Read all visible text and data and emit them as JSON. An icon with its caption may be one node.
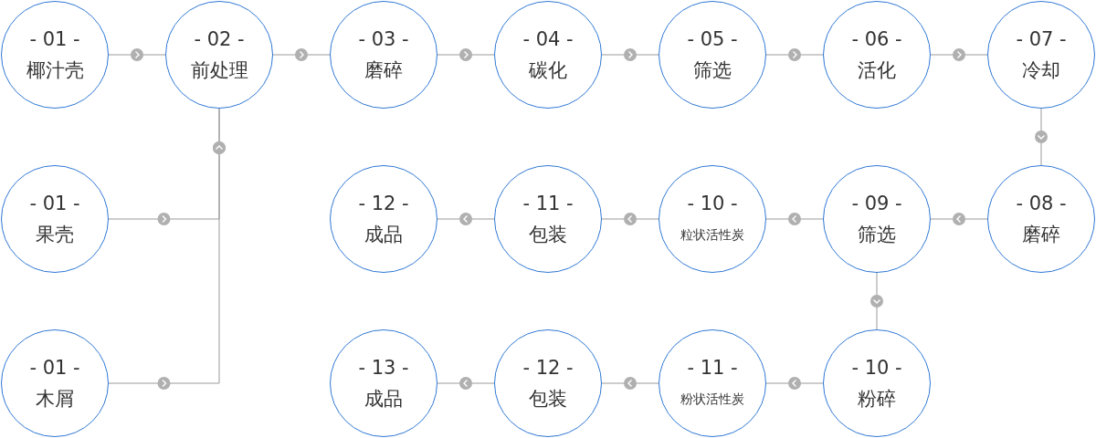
{
  "diagram": {
    "nodes": [
      {
        "text": [
          "- 01 -",
          "椰汁壳"
        ]
      },
      {
        "text": [
          "- 02 -",
          "前处理"
        ]
      },
      {
        "text": [
          "- 03 -",
          "磨碎"
        ]
      },
      {
        "text": [
          "- 04 -",
          "碳化"
        ]
      },
      {
        "text": [
          "- 05 -",
          "筛选"
        ]
      },
      {
        "text": [
          "- 06 -",
          "活化"
        ]
      },
      {
        "text": [
          "- 07 -",
          "冷却"
        ]
      },
      {
        "text": [
          "- 01 -",
          "果壳"
        ]
      },
      {
        "text": [
          "- 12 -",
          "成品"
        ]
      },
      {
        "text": [
          "- 11 -",
          "包装"
        ]
      },
      {
        "text": [
          "- 10 -",
          "粒状活性炭"
        ]
      },
      {
        "text": [
          "- 09 -",
          "筛选"
        ]
      },
      {
        "text": [
          "- 08 -",
          "磨碎"
        ]
      },
      {
        "text": [
          "- 01 -",
          "木屑"
        ]
      },
      {
        "text": [
          "- 13 -",
          "成品"
        ]
      },
      {
        "text": [
          "- 12 -",
          "包装"
        ]
      },
      {
        "text": [
          "- 11 -",
          "粉状活性炭"
        ]
      },
      {
        "text": [
          "- 10 -",
          "粉碎"
        ]
      }
    ],
    "edges": [
      {
        "from": 0,
        "to": 1,
        "arrow": "to"
      },
      {
        "from": 1,
        "to": 2,
        "arrow": "to"
      },
      {
        "from": 2,
        "to": 3,
        "arrow": "to"
      },
      {
        "from": 3,
        "to": 4,
        "arrow": "to"
      },
      {
        "from": 4,
        "to": 5,
        "arrow": "to"
      },
      {
        "from": 5,
        "to": 6,
        "arrow": "to"
      },
      {
        "from": 6,
        "to": 12,
        "arrow": "to"
      },
      {
        "from": 12,
        "to": 11,
        "arrow": "to"
      },
      {
        "from": 11,
        "to": 10,
        "arrow": "to"
      },
      {
        "from": 10,
        "to": 9,
        "arrow": "to"
      },
      {
        "from": 9,
        "to": 8,
        "arrow": "to"
      },
      {
        "from": 11,
        "to": 17,
        "arrow": "to"
      },
      {
        "from": 17,
        "to": 16,
        "arrow": "to"
      },
      {
        "from": 16,
        "to": 15,
        "arrow": "to"
      },
      {
        "from": 15,
        "to": 14,
        "arrow": "to"
      },
      {
        "from": 7,
        "to": 1,
        "arrow": "to"
      },
      {
        "from": 13,
        "to": 1,
        "arrow": "to"
      }
    ]
  }
}
